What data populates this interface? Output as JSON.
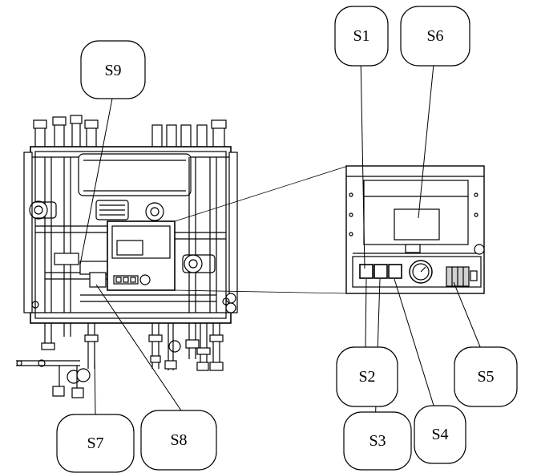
{
  "diagram": {
    "callouts": {
      "s1": "S1",
      "s2": "S2",
      "s3": "S3",
      "s4": "S4",
      "s5": "S5",
      "s6": "S6",
      "s7": "S7",
      "s8": "S8",
      "s9": "S9"
    },
    "colors": {
      "ink": "#000000",
      "paper": "#ffffff",
      "shade": "#d0d0d0"
    }
  }
}
